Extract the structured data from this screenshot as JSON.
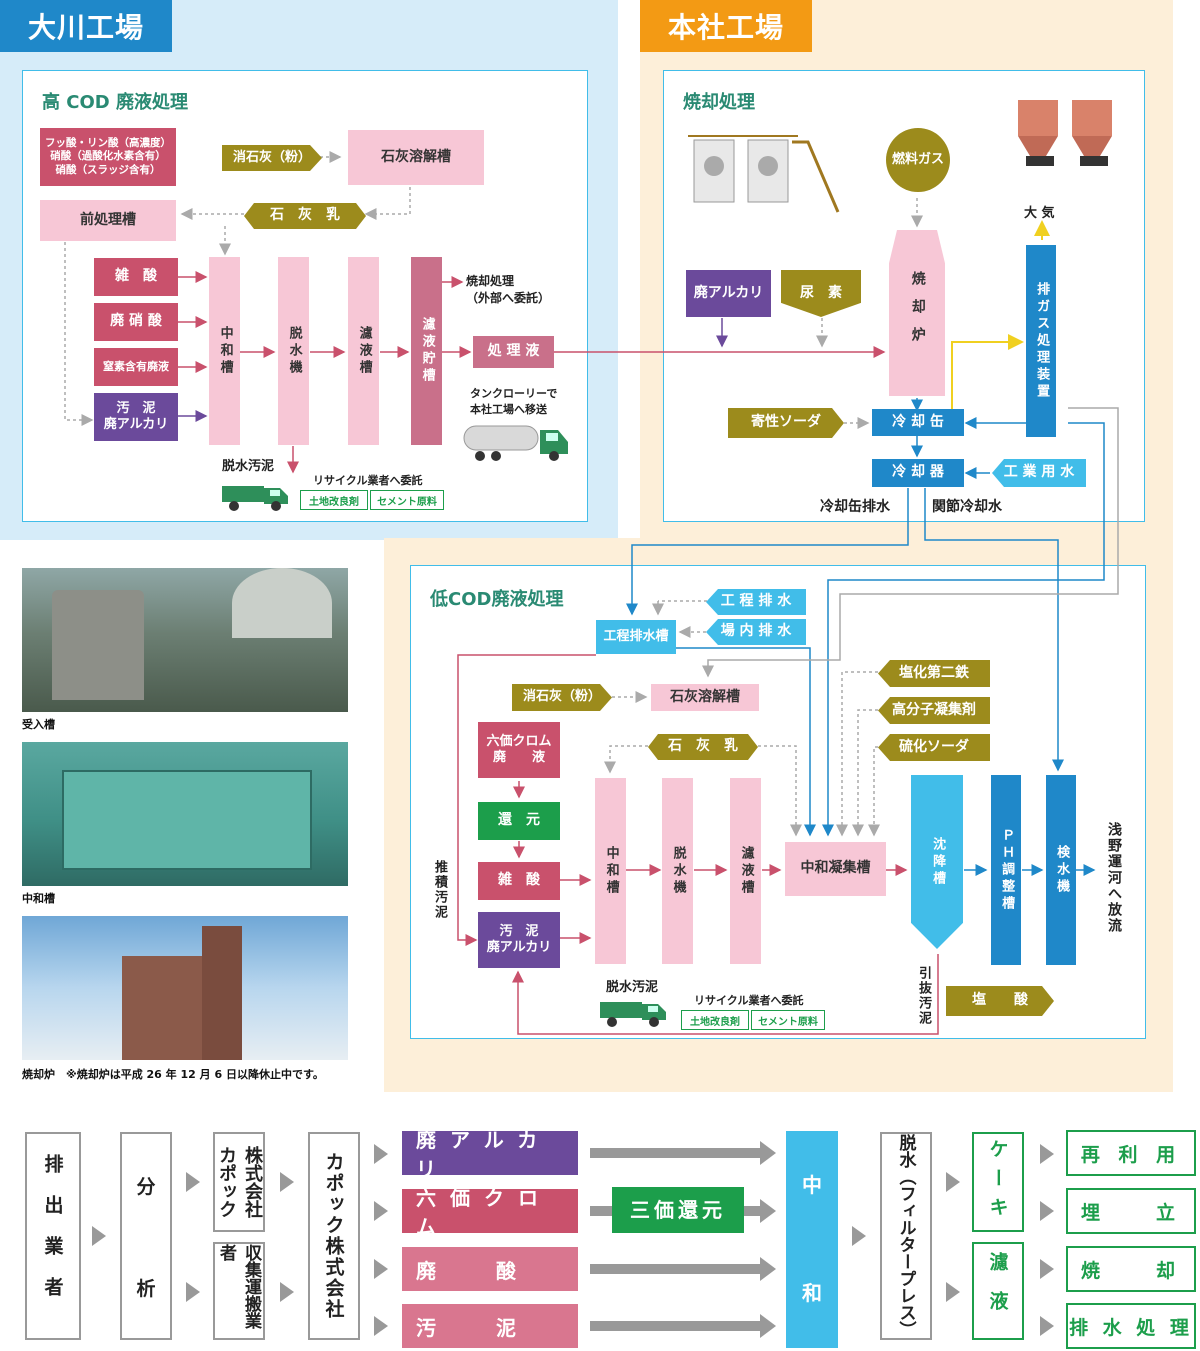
{
  "regions": {
    "okawa": "大川工場",
    "honsha": "本社工場"
  },
  "high_cod": {
    "title": "高 COD 廃液処理",
    "input_red": [
      "フッ酸・リン酸（高濃度）",
      "硝酸（過酸化水素含有）",
      "硝酸（スラッジ含有）"
    ],
    "pretreat": "前処理槽",
    "slaked_lime_powder": "消石灰（粉）",
    "lime_dissolve": "石灰溶解槽",
    "lime_milk": "石　灰　乳",
    "inputs": [
      "雑　酸",
      "廃 硝 酸",
      "窒素含有廃液",
      "汚　泥\n廃アルカリ"
    ],
    "neutral": "中和槽",
    "dewater": "脱水機",
    "filtrate": "濾液槽",
    "filtrate_store": "濾液貯槽",
    "treated": "処 理 液",
    "incinerate_ext": "焼却処理\n（外部へ委託）",
    "tanker": "タンクローリーで\n本社工場へ移送",
    "sludge": "脱水汚泥",
    "recycle": "リサイクル業者へ委託",
    "badges": [
      "土地改良剤",
      "セメント原料"
    ]
  },
  "incinerate": {
    "title": "焼却処理",
    "fuel_gas": "燃料ガス",
    "waste_alkali": "廃アルカリ",
    "urea": "尿　素",
    "furnace": "焼却炉",
    "atmosphere": "大 気",
    "exhaust": "排ガス処理装置",
    "caustic": "寄性ソーダ",
    "cool_can": "冷 却 缶",
    "cooler": "冷 却 器",
    "industrial_water": "工 業 用 水",
    "cool_can_drain": "冷却缶排水",
    "indirect_water": "関節冷却水"
  },
  "low_cod": {
    "title": "低COD廃液処理",
    "process_tank": "工程排水槽",
    "process_drain": "工 程 排 水",
    "site_drain": "場 内 排 水",
    "slaked_lime_powder": "消石灰（粉）",
    "lime_dissolve": "石灰溶解槽",
    "ferric": "塩化第二鉄",
    "polymer": "高分子凝集剤",
    "sulfide": "硫化ソーダ",
    "chrom": "六価クロム\n廃　　液",
    "reduce": "還　元",
    "misc_acid": "雑　酸",
    "sludge_alk": "汚　泥\n廃アルカリ",
    "lime_milk": "石　灰　乳",
    "neutral": "中和槽",
    "dewater": "脱水機",
    "filtrate": "濾液槽",
    "coag": "中和凝集槽",
    "settle": "沈降槽",
    "ph": "ＰＨ調整槽",
    "inspect": "検水機",
    "discharge": "浅野運河へ放流",
    "accum": "推積汚泥",
    "pull": "引抜汚泥",
    "hcl": "塩　　酸",
    "sludge": "脱水汚泥",
    "recycle": "リサイクル業者へ委託",
    "badges": [
      "土地改良剤",
      "セメント原料"
    ]
  },
  "photos": [
    {
      "caption": "受入槽"
    },
    {
      "caption": "中和槽"
    },
    {
      "caption": "焼却炉　※焼却炉は平成 26 年 12 月 6 日以降休止中です。"
    }
  ],
  "bottom_flow": {
    "discharger": "排出業者",
    "analysis_1": "分",
    "analysis_2": "析",
    "kapok_small": "株式会社\nカポック",
    "collector": "収集運搬業者",
    "kapok_main": "カポック株式会社",
    "streams": [
      "廃アルカリ",
      "六価クロム",
      "廃　　　酸",
      "汚　　　泥"
    ],
    "sankaku": "三価還元",
    "neutral_1": "中",
    "neutral_2": "和",
    "press": "脱水（フィルタープレス）",
    "cake": "ケーキ",
    "filtrate": "濾液",
    "outcomes": [
      "再 利 用",
      "埋　　立",
      "焼　　却",
      "排 水 処 理"
    ]
  },
  "colors": {
    "okawa_bg": "#d6ecf9",
    "honsha_bg": "#fdefd9",
    "okawa_tab": "#1f88c9",
    "honsha_tab": "#f39a14",
    "red": "#c9516c",
    "pink": "#f7c7d6",
    "purple": "#6b4a9b",
    "olive": "#9c8b1c",
    "green": "#1c9e4b",
    "blue": "#1f88c9",
    "light_blue": "#41bde9"
  }
}
